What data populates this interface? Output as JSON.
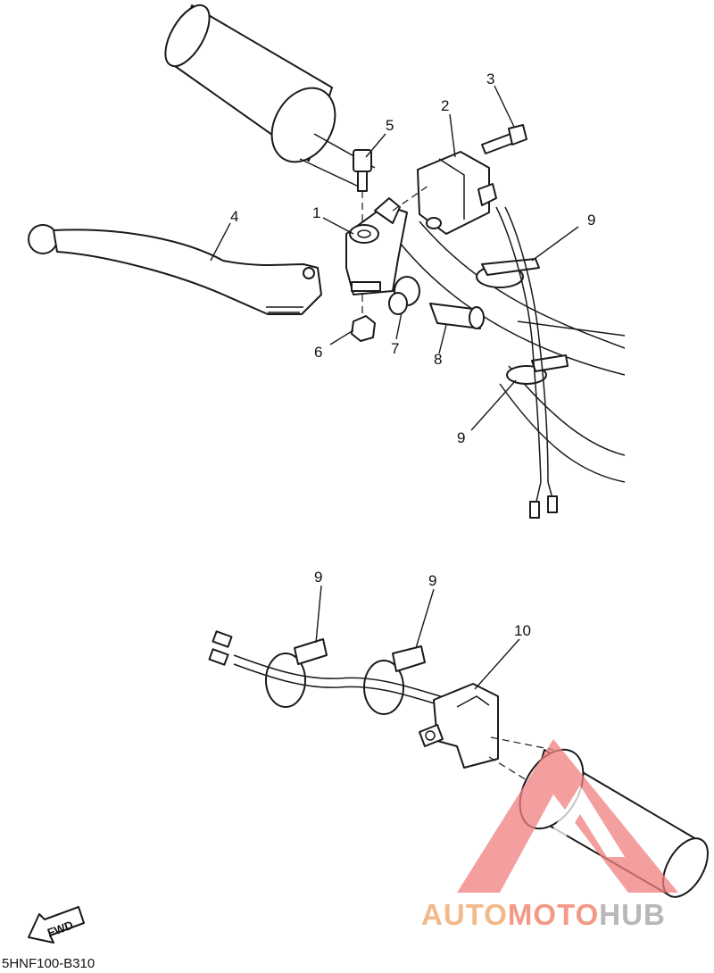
{
  "callouts": {
    "c1": "1",
    "c2": "2",
    "c3": "3",
    "c4": "4",
    "c5": "5",
    "c6": "6",
    "c7": "7",
    "c8": "8",
    "c9a": "9",
    "c9b": "9",
    "c9c": "9",
    "c9d": "9",
    "c10": "10"
  },
  "fwd_label": "FWD",
  "doc_code": "5HNF100-B310",
  "watermark": {
    "part1": "AUTO",
    "part2": "MOTO",
    "part3": "HUB",
    "colors": {
      "auto": "#f2b98a",
      "moto": "#f39a86",
      "hub": "#b8b8b8",
      "logo": "#f08080"
    }
  }
}
